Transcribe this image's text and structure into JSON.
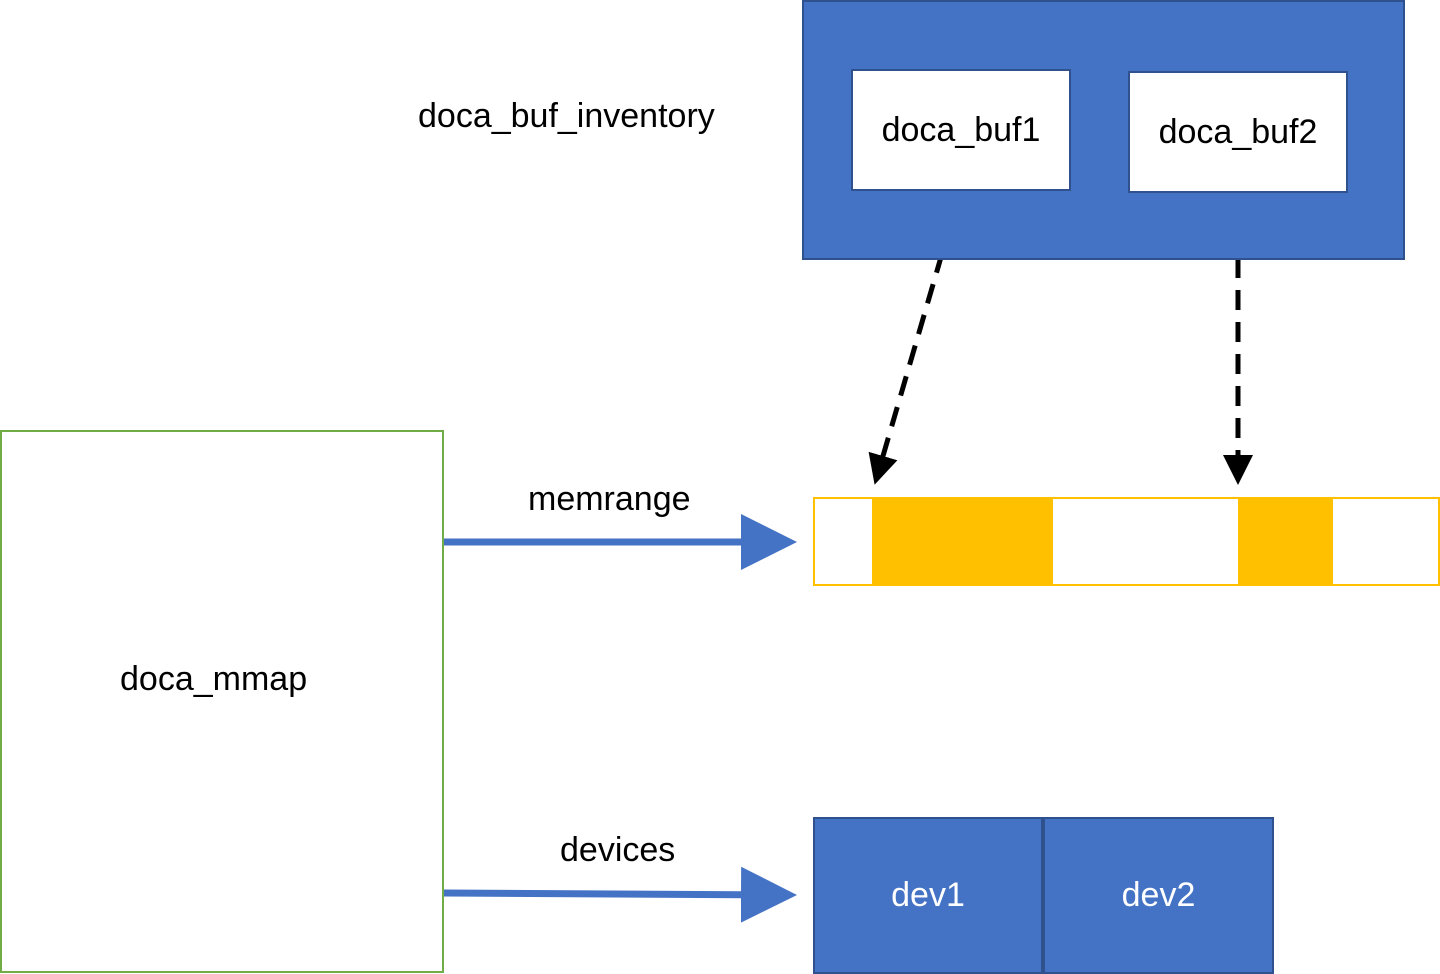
{
  "inventory": {
    "label": "doca_buf_inventory",
    "bufs": [
      {
        "label": "doca_buf1"
      },
      {
        "label": "doca_buf2"
      }
    ]
  },
  "mmap": {
    "label": "doca_mmap"
  },
  "edges": {
    "memrange": "memrange",
    "devices": "devices"
  },
  "devices": [
    {
      "label": "dev1"
    },
    {
      "label": "dev2"
    }
  ],
  "colors": {
    "blue": "#4472c4",
    "blue_border": "#2f528f",
    "green": "#70ad47",
    "gold": "#ffc000",
    "black": "#000000",
    "white": "#ffffff"
  }
}
